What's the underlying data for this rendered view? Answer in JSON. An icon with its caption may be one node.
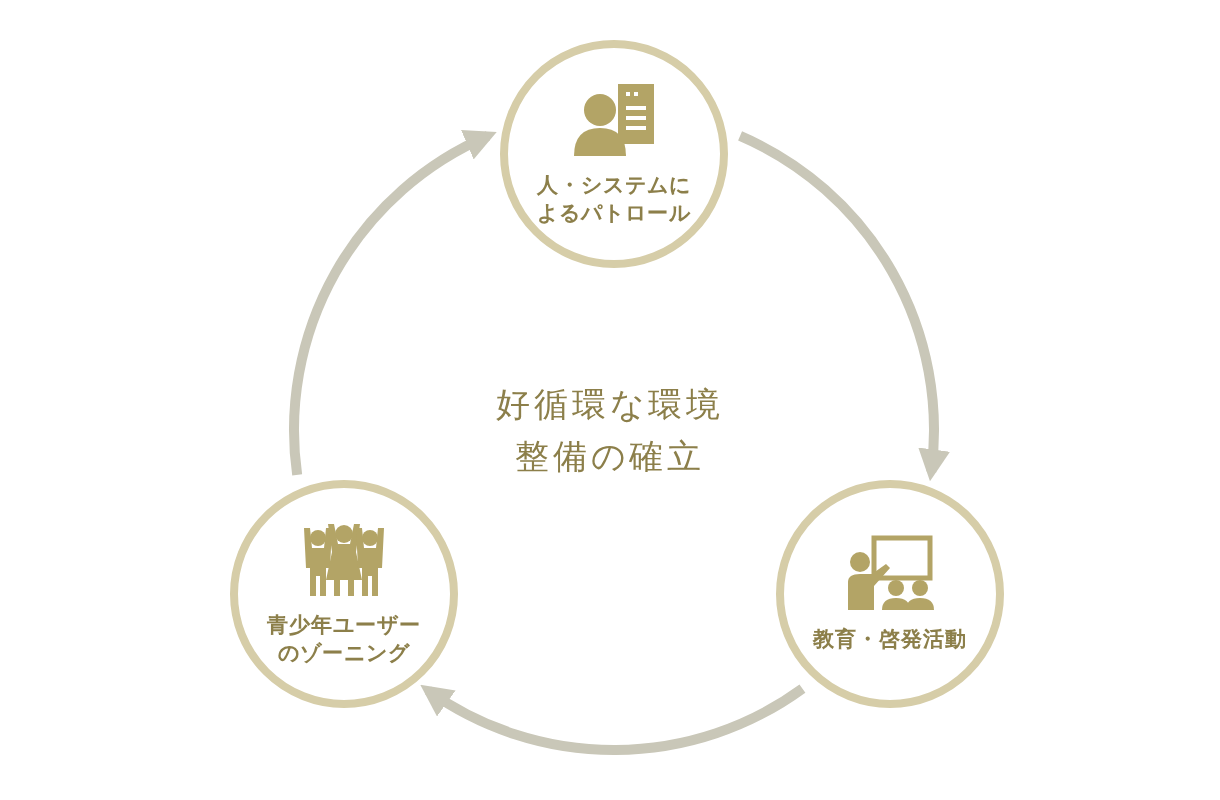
{
  "diagram": {
    "nodes": [
      {
        "text": [
          "人・システムによるパトロール"
        ]
      },
      {
        "text": [
          "教育・啓発活動"
        ]
      },
      {
        "text": [
          "青少年ユーザーのゾーニング"
        ]
      }
    ],
    "edges": [
      {
        "from": 0,
        "to": 1,
        "arrow": "to"
      },
      {
        "from": 1,
        "to": 2,
        "arrow": "to"
      },
      {
        "from": 2,
        "to": 0,
        "arrow": "to"
      }
    ],
    "labels": [
      "好循環な環境整備の確立"
    ]
  }
}
